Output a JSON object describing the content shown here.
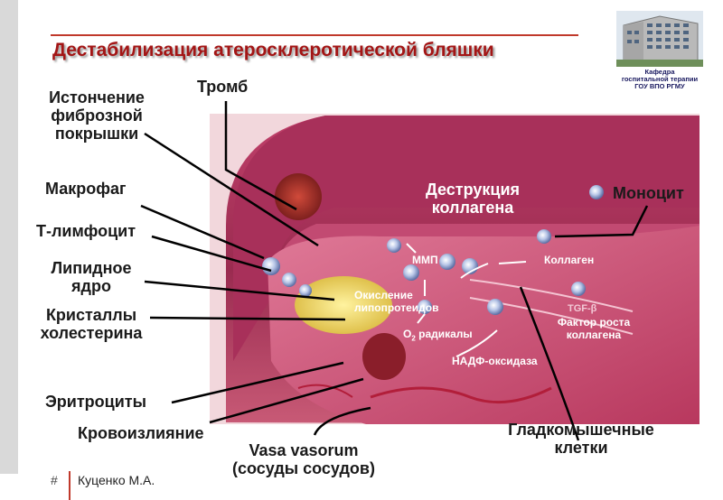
{
  "header": {
    "title": "Дестабилизация атеросклеротической бляшки"
  },
  "logo": {
    "line1": "Кафедра",
    "line2": "госпитальной терапии",
    "line3": "ГОУ ВПО РГМУ"
  },
  "labels": {
    "fibrous_cap": [
      "Истончение",
      "фиброзной",
      "покрышки"
    ],
    "thrombus": "Тромб",
    "macrophage": "Макрофаг",
    "t_lymphocyte": "Т-лимфоцит",
    "lipid_core": [
      "Липидное",
      "ядро"
    ],
    "cholesterol": [
      "Кристаллы",
      "холестерина"
    ],
    "erythrocytes": "Эритроциты",
    "hemorrhage": "Кровоизлияние",
    "vasa_vasorum": [
      "Vasa vasorum",
      "(сосуды сосудов)"
    ],
    "smooth_muscle": [
      "Гладкомышечные",
      "клетки"
    ],
    "monocyte": "Моноцит",
    "collagen_destruction": [
      "Деструкция",
      "коллагена"
    ]
  },
  "inner_labels": {
    "mmp": "ММП",
    "collagen": "Коллаген",
    "oxidation": [
      "Окисление",
      "липопротеидов"
    ],
    "o2_prefix": "О",
    "o2_sub": "2",
    "o2_rest": " радикалы",
    "tgf": "TGF-β",
    "growth_factor": [
      "Фактор роста",
      "коллагена"
    ],
    "nadph": "НАДФ-оксидаза"
  },
  "footer": {
    "author": "Куценко М.А.",
    "mark": "#"
  }
}
